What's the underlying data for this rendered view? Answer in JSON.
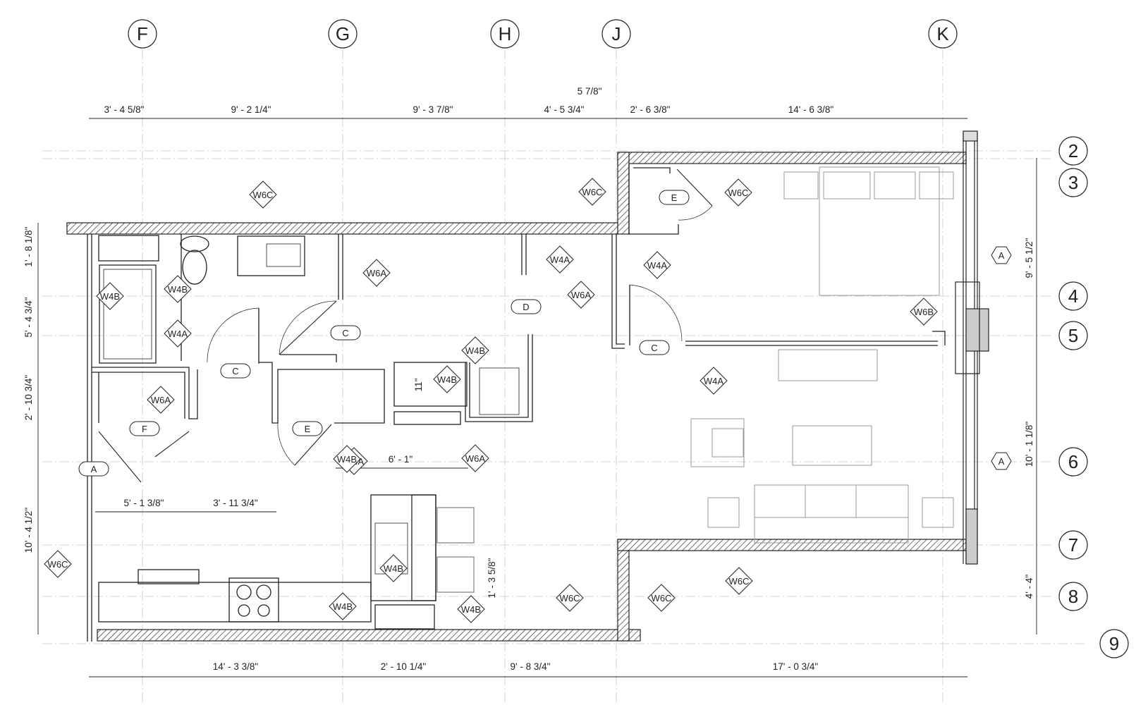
{
  "grid_columns": [
    {
      "id": "F",
      "label": "F"
    },
    {
      "id": "G",
      "label": "G"
    },
    {
      "id": "H",
      "label": "H"
    },
    {
      "id": "J",
      "label": "J"
    },
    {
      "id": "K",
      "label": "K"
    }
  ],
  "grid_rows": [
    {
      "id": "2",
      "label": "2"
    },
    {
      "id": "3",
      "label": "3"
    },
    {
      "id": "4",
      "label": "4"
    },
    {
      "id": "5",
      "label": "5"
    },
    {
      "id": "6",
      "label": "6"
    },
    {
      "id": "7",
      "label": "7"
    },
    {
      "id": "8",
      "label": "8"
    },
    {
      "id": "9",
      "label": "9"
    }
  ],
  "dimensions": {
    "top": [
      "3' - 4 5/8\"",
      "9' - 2 1/4\"",
      "9' - 3 7/8\"",
      "4' - 5 3/4\"",
      "5 7/8\"",
      "2' - 6 3/8\"",
      "14' - 6 3/8\""
    ],
    "bottom": [
      "14' - 3 3/8\"",
      "2' - 10 1/4\"",
      "9' - 8 3/4\"",
      "17' - 0 3/4\""
    ],
    "left": [
      "1' - 8 1/8\"",
      "5' - 4 3/4\"",
      "2' - 10 3/4\"",
      "10' - 4 1/2\""
    ],
    "right": [
      "9' - 5 1/2\"",
      "10' - 1 1/8\"",
      "4' - 4\""
    ],
    "interior": [
      "5' - 1 3/8\"",
      "3' - 11 3/4\"",
      "6' - 1\"",
      "11\"",
      "1' - 3 5/8\""
    ]
  },
  "wall_tags": [
    "W6C",
    "W6C",
    "W6C",
    "W6C",
    "W6C",
    "W6C",
    "W6C",
    "W4A",
    "W4A",
    "W4A",
    "W4A",
    "W4A",
    "W6A",
    "W6A",
    "W6A",
    "W6A",
    "W4B",
    "W4B",
    "W4B",
    "W4B",
    "W4B",
    "W4B",
    "W4B",
    "W4B",
    "W6B"
  ],
  "door_tags": [
    "E",
    "C",
    "C",
    "C",
    "D",
    "E",
    "F",
    "A"
  ],
  "window_tags": [
    "A",
    "A"
  ]
}
